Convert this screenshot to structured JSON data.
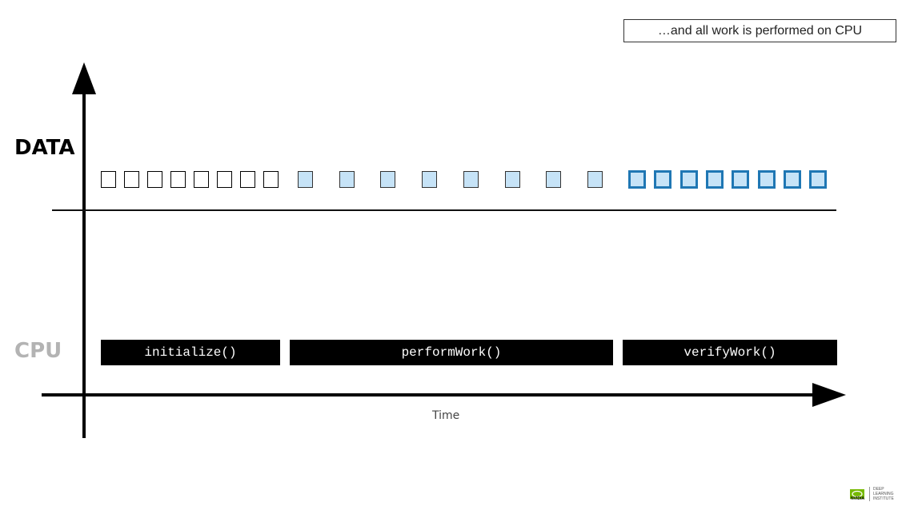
{
  "callout": "…and all work is performed on CPU",
  "labels": {
    "data": "DATA",
    "cpu": "CPU",
    "time": "Time"
  },
  "cpu_functions": [
    {
      "label": "initialize()"
    },
    {
      "label": "performWork()"
    },
    {
      "label": "verifyWork()"
    }
  ],
  "data_blocks": [
    {
      "group": "initialize",
      "count": 8,
      "state": "empty"
    },
    {
      "group": "performWork",
      "count": 8,
      "state": "light-blue"
    },
    {
      "group": "verifyWork",
      "count": 8,
      "state": "blue-outlined"
    }
  ],
  "colors": {
    "light_blue_fill": "#c6e3f7",
    "blue_outline": "#1f77b4",
    "cpu_label": "#b3b3b3",
    "cpu_bar": "#000000"
  },
  "logo": {
    "brand": "NVIDIA",
    "text": "DEEP\nLEARNING\nINSTITUTE"
  }
}
